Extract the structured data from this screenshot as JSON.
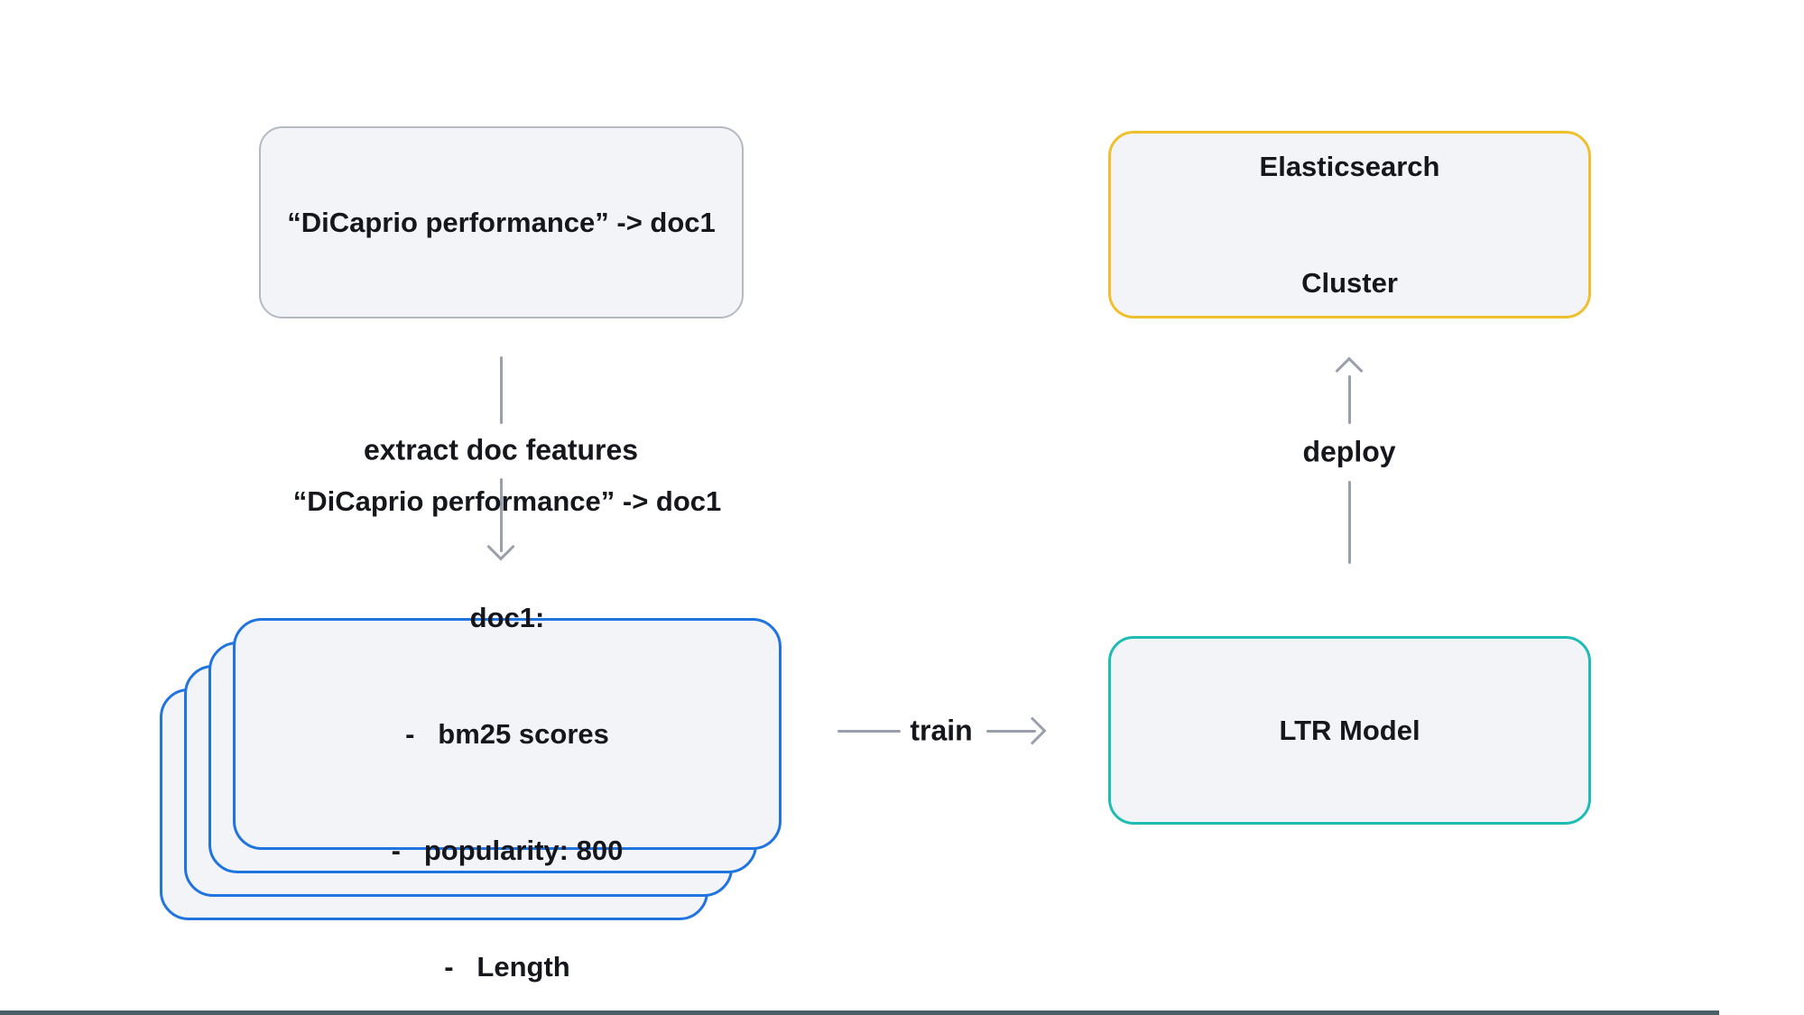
{
  "boxes": {
    "query_doc": {
      "label": "“DiCaprio performance” -> doc1"
    },
    "elasticsearch": {
      "lines": [
        "Elasticsearch",
        "Cluster"
      ]
    },
    "ltr_model": {
      "label": "LTR Model"
    }
  },
  "stack": {
    "lines": [
      "“DiCaprio performance” -> doc1",
      "doc1:",
      "-   bm25 scores",
      "-   popularity: 800",
      "-   Length"
    ]
  },
  "arrows": {
    "extract": {
      "label": "extract doc features"
    },
    "train": {
      "label": "train"
    },
    "deploy": {
      "label": "deploy"
    }
  },
  "colors": {
    "page_background": "#ffffff",
    "box_background": "#f3f4f7",
    "query_box_border": "#b4b9c3",
    "stack_border": "#2074e0",
    "ltr_border": "#1ebdb4",
    "elasticsearch_border": "#f0bf2e",
    "arrow": "#9aa0ab",
    "text": "#15171c",
    "footer_bar": "#4b6066"
  }
}
